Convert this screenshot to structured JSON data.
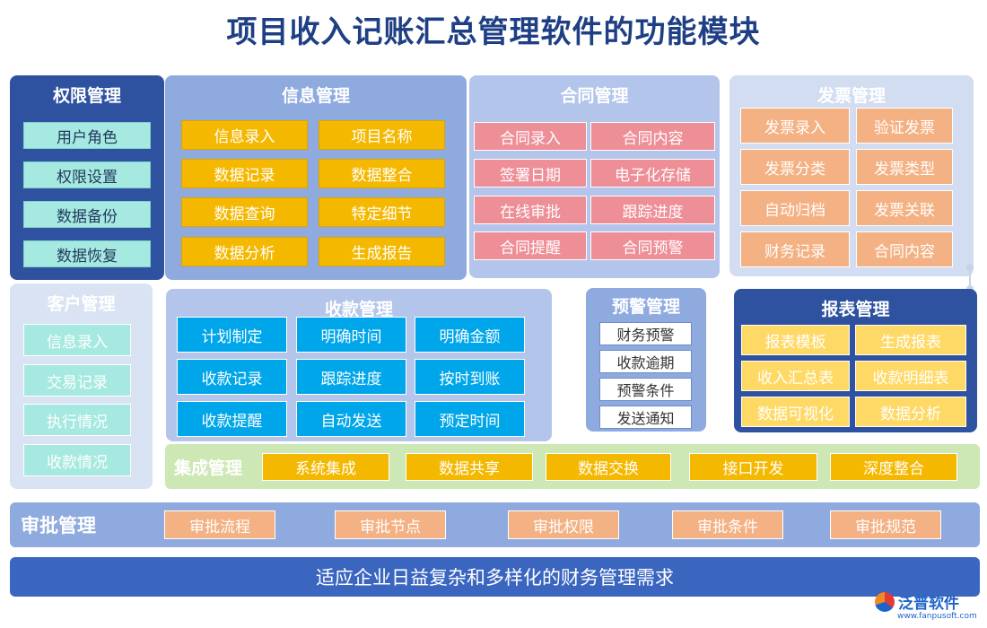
{
  "title": "项目收入记账汇总管理软件的功能模块",
  "modules": {
    "quanxian": {
      "title": "权限管理",
      "items": [
        "用户角色",
        "权限设置",
        "数据备份",
        "数据恢复"
      ]
    },
    "info": {
      "title": "信息管理",
      "items": [
        "信息录入",
        "项目名称",
        "数据记录",
        "数据整合",
        "数据查询",
        "特定细节",
        "数据分析",
        "生成报告"
      ]
    },
    "contract": {
      "title": "合同管理",
      "items": [
        "合同录入",
        "合同内容",
        "签署日期",
        "电子化存储",
        "在线审批",
        "跟踪进度",
        "合同提醒",
        "合同预警"
      ]
    },
    "invoice": {
      "title": "发票管理",
      "items": [
        "发票录入",
        "验证发票",
        "发票分类",
        "发票类型",
        "自动归档",
        "发票关联",
        "财务记录",
        "合同内容"
      ]
    },
    "customer": {
      "title": "客户管理",
      "items": [
        "信息录入",
        "交易记录",
        "执行情况",
        "收款情况"
      ]
    },
    "collect": {
      "title": "收款管理",
      "items": [
        "计划制定",
        "明确时间",
        "明确金额",
        "收款记录",
        "跟踪进度",
        "按时到账",
        "收款提醒",
        "自动发送",
        "预定时间"
      ]
    },
    "warn": {
      "title": "预警管理",
      "items": [
        "财务预警",
        "收款逾期",
        "预警条件",
        "发送通知"
      ]
    },
    "report": {
      "title": "报表管理",
      "items": [
        "报表模板",
        "生成报表",
        "收入汇总表",
        "收款明细表",
        "数据可视化",
        "数据分析"
      ]
    },
    "integ": {
      "title": "集成管理",
      "items": [
        "系统集成",
        "数据共享",
        "数据交换",
        "接口开发",
        "深度整合"
      ]
    },
    "audit": {
      "title": "审批管理",
      "items": [
        "审批流程",
        "审批节点",
        "审批权限",
        "审批条件",
        "审批规范"
      ]
    }
  },
  "footer": "适应企业日益复杂和多样化的财务管理需求",
  "logo": {
    "name": "泛普软件",
    "url": "www.fanpusoft.com"
  }
}
